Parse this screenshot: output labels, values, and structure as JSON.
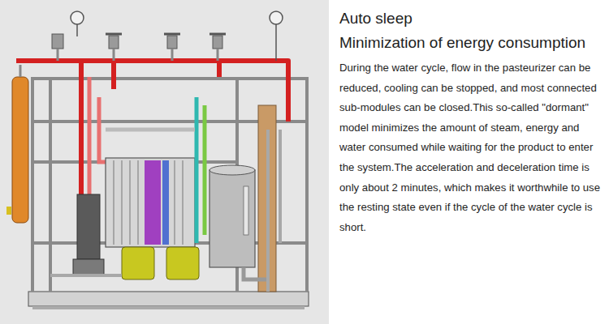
{
  "diagram": {
    "title": "Auto sleep",
    "labels": [
      "Minimization of energy consumption",
      "During the water cycle, flow in the pasteurizer can be reduced, cooling can be stopped, and most connected sub-modules can be closed.This so-called \"dormant\" model minimizes the amount of steam, energy and water consumed while waiting for the product to enter the system.The acceleration and deceleration time is only about 2 minutes, which makes it worthwhile to use the resting state even if the cycle of the water cycle is short."
    ]
  }
}
